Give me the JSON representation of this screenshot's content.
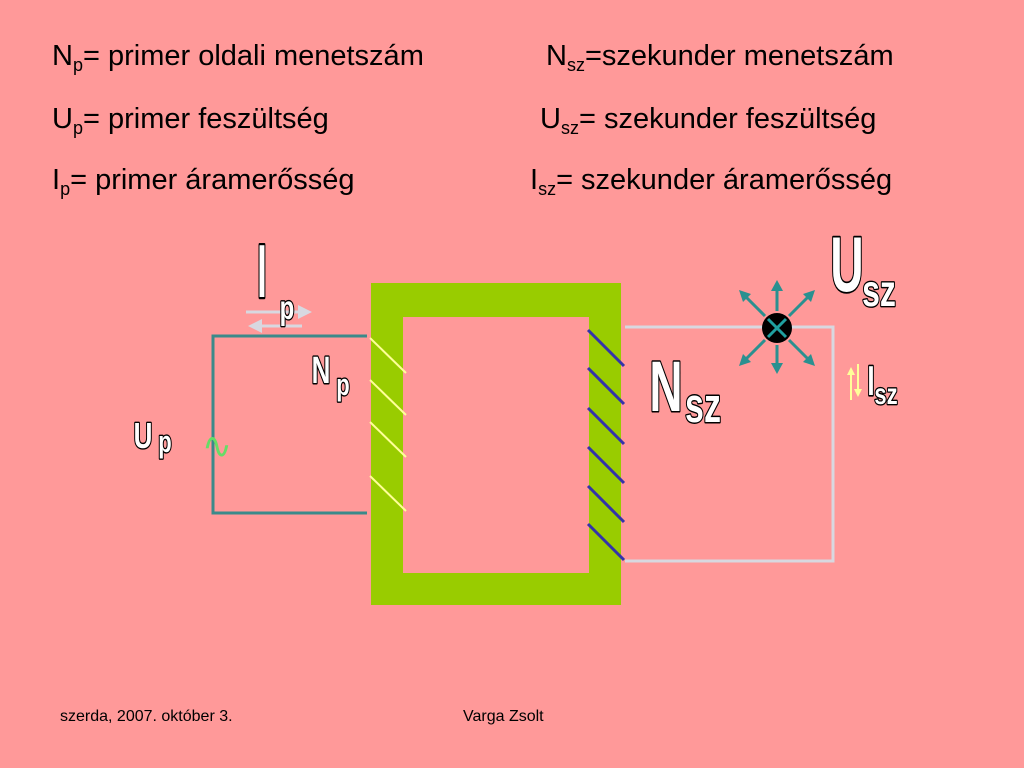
{
  "definitions": {
    "np": {
      "symbol": "N",
      "sub": "p",
      "text": "= primer oldali menetszám"
    },
    "nsz": {
      "symbol": "N",
      "sub": "sz",
      "text": "=szekunder menetszám"
    },
    "up": {
      "symbol": "U",
      "sub": "p",
      "text": "= primer feszültség"
    },
    "usz": {
      "symbol": "U",
      "sub": "sz",
      "text": "= szekunder feszültség"
    },
    "ip": {
      "symbol": "I",
      "sub": "p",
      "text": "= primer áramerősség"
    },
    "isz": {
      "symbol": "I",
      "sub": "sz",
      "text": "= szekunder áramerősség"
    }
  },
  "diagram": {
    "ip": {
      "symbol": "I",
      "sub": "p"
    },
    "np": {
      "symbol": "N",
      "sub": "p"
    },
    "up": {
      "symbol": "U",
      "sub": "p"
    },
    "nsz": {
      "symbol": "N",
      "sub": "sz"
    },
    "usz": {
      "symbol": "U",
      "sub": "sz"
    },
    "isz": {
      "symbol": "I",
      "sub": "sz"
    },
    "ac_symbol": "∿"
  },
  "colors": {
    "background": "#ff9999",
    "core": "#99cc00",
    "primary_wire": "#3a8a8a",
    "secondary_wire": "#d8d8e0",
    "secondary_winding": "#3333aa",
    "primary_winding": "#ffff99",
    "lamp_rays": "#2a9090",
    "lamp": "#1a6a6a",
    "ac_source": "#66dd66"
  },
  "footer": {
    "date": "szerda, 2007. október 3.",
    "author": "Varga Zsolt"
  }
}
